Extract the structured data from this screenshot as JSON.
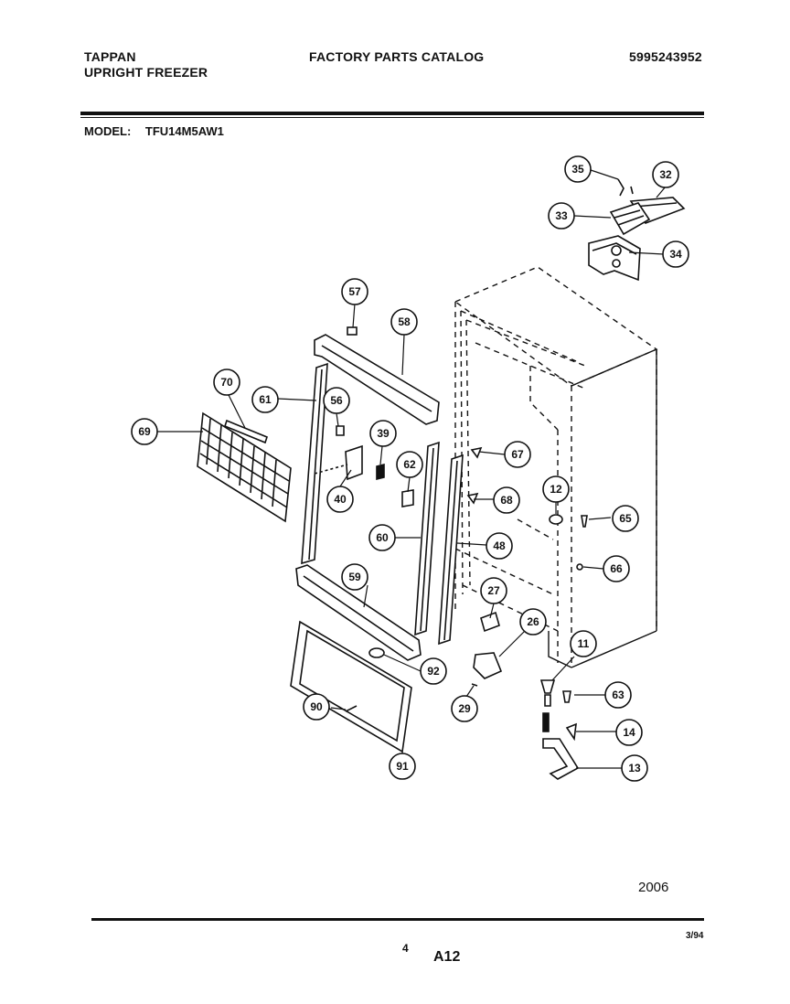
{
  "header": {
    "brand": "TAPPAN",
    "product": "UPRIGHT FREEZER",
    "catalog_title": "FACTORY PARTS CATALOG",
    "document_number": "5995243952",
    "model_label": "MODEL:",
    "model_number": "TFU14M5AW1"
  },
  "callouts": {
    "c35": "35",
    "c32": "32",
    "c33": "33",
    "c34": "34",
    "c57": "57",
    "c58": "58",
    "c70": "70",
    "c61": "61",
    "c56": "56",
    "c69": "69",
    "c39": "39",
    "c62": "62",
    "c67": "67",
    "c40": "40",
    "c12": "12",
    "c68": "68",
    "c65": "65",
    "c60": "60",
    "c48": "48",
    "c66": "66",
    "c59": "59",
    "c27": "27",
    "c26": "26",
    "c11": "11",
    "c92": "92",
    "c63": "63",
    "c29": "29",
    "c90": "90",
    "c14": "14",
    "c13": "13",
    "c91": "91"
  },
  "footer": {
    "figure_number": "2006",
    "page_number": "4",
    "sheet_code": "A12",
    "revision_date": "3/94"
  }
}
